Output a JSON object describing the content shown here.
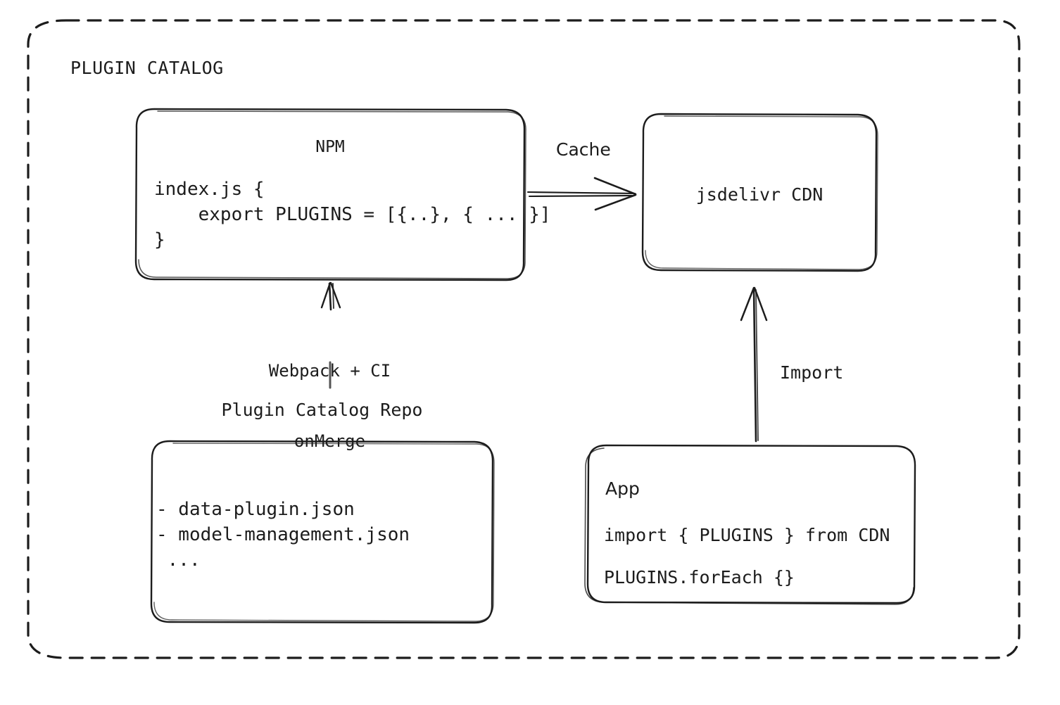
{
  "diagram": {
    "type": "flow-diagram",
    "title": "PLUGIN CATALOG",
    "background_color": "#ffffff",
    "stroke_color": "#1c1c1c",
    "style": "hand-drawn",
    "group_border": "dashed-rounded",
    "nodes": {
      "npm": {
        "title": "NPM",
        "code_lines": [
          "index.js {",
          "    export PLUGINS = [{..}, { ... }]",
          "}"
        ]
      },
      "cdn": {
        "title": "jsdelivr CDN"
      },
      "repo": {
        "caption": "Plugin Catalog Repo",
        "items": [
          "- data-plugin.json",
          "- model-management.json",
          " ..."
        ]
      },
      "app": {
        "title": "App",
        "code_lines": [
          "import { PLUGINS } from CDN",
          "PLUGINS.forEach {}"
        ]
      }
    },
    "edges": {
      "npm_to_cdn": {
        "label": "Cache",
        "direction": "right"
      },
      "repo_to_npm": {
        "label": "Webpack + CI\nonMerge",
        "label_line_1": "Webpack + CI",
        "label_line_2": "onMerge",
        "direction": "up"
      },
      "app_to_cdn": {
        "label": "Import",
        "direction": "up"
      }
    }
  }
}
